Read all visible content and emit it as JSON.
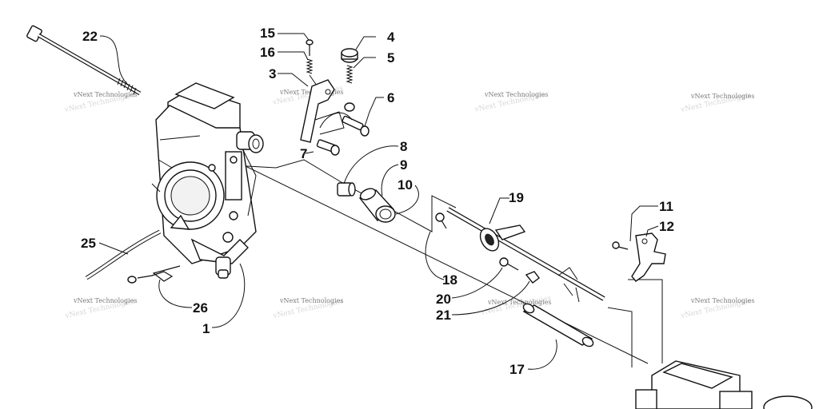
{
  "diagram": {
    "part_labels": [
      {
        "id": "22",
        "text": "22"
      },
      {
        "id": "15",
        "text": "15"
      },
      {
        "id": "16",
        "text": "16"
      },
      {
        "id": "3",
        "text": "3"
      },
      {
        "id": "4",
        "text": "4"
      },
      {
        "id": "5",
        "text": "5"
      },
      {
        "id": "6",
        "text": "6"
      },
      {
        "id": "7",
        "text": "7"
      },
      {
        "id": "8",
        "text": "8"
      },
      {
        "id": "9",
        "text": "9"
      },
      {
        "id": "10",
        "text": "10"
      },
      {
        "id": "19",
        "text": "19"
      },
      {
        "id": "11",
        "text": "11"
      },
      {
        "id": "12",
        "text": "12"
      },
      {
        "id": "25",
        "text": "25"
      },
      {
        "id": "18",
        "text": "18"
      },
      {
        "id": "20",
        "text": "20"
      },
      {
        "id": "21",
        "text": "21"
      },
      {
        "id": "26",
        "text": "26"
      },
      {
        "id": "1",
        "text": "1"
      },
      {
        "id": "17",
        "text": "17"
      }
    ],
    "watermark_text": "vNext Technologies"
  }
}
